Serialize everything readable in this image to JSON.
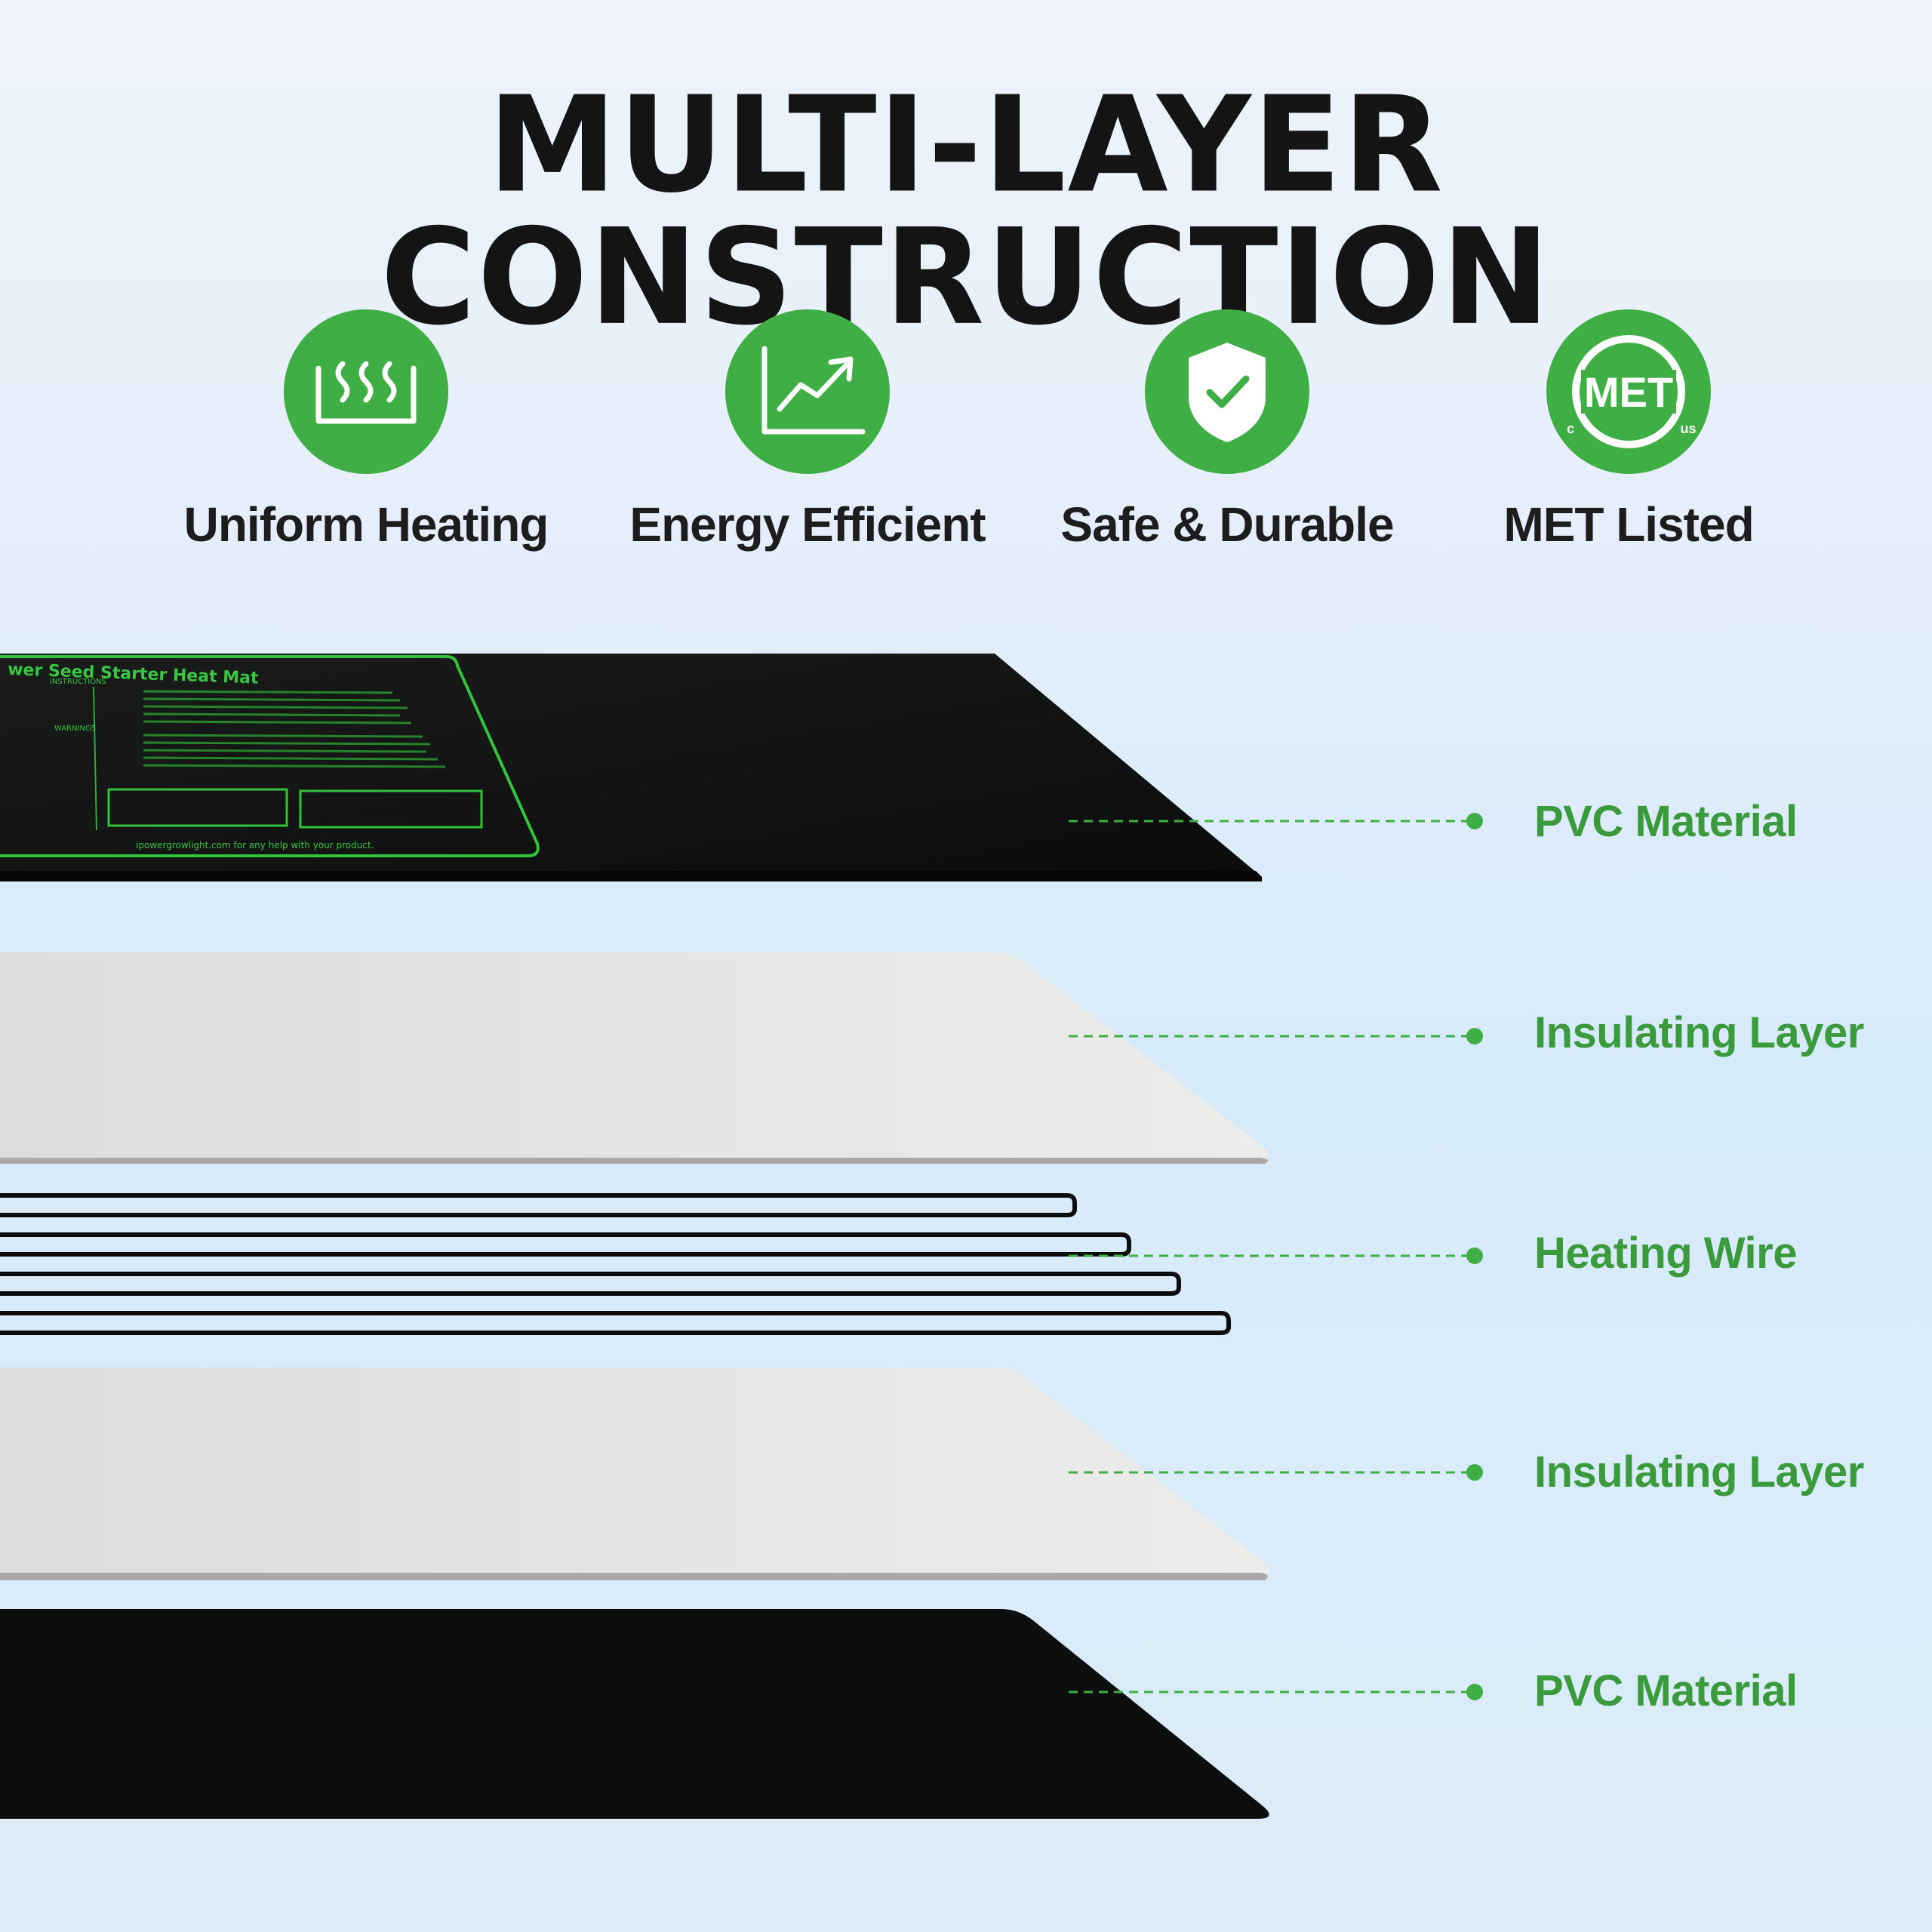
{
  "title": "MULTI-LAYER CONSTRUCTION",
  "colors": {
    "accent_green": "#3fae44",
    "label_green": "#3a9a3c",
    "title": "#141414"
  },
  "features": [
    {
      "icon": "heating-waves-icon",
      "label": "Uniform Heating"
    },
    {
      "icon": "chart-trend-up-icon",
      "label": "Energy Efficient"
    },
    {
      "icon": "shield-check-icon",
      "label": "Safe & Durable"
    },
    {
      "icon": "met-certification-icon",
      "label": "MET Listed",
      "icon_text": "MET",
      "icon_small_left": "c",
      "icon_small_right": "us"
    }
  ],
  "layers": [
    {
      "label": "PVC Material"
    },
    {
      "label": "Insulating Layer"
    },
    {
      "label": "Heating Wire"
    },
    {
      "label": "Insulating Layer"
    },
    {
      "label": "PVC Material"
    }
  ],
  "mat_print": {
    "heading": "wer Seed Starter Heat  Mat",
    "instructions": "INSTRUCTIONS",
    "warnings": "WARNINGS",
    "footer": "ipowergrowlight.com for any help with your product."
  }
}
